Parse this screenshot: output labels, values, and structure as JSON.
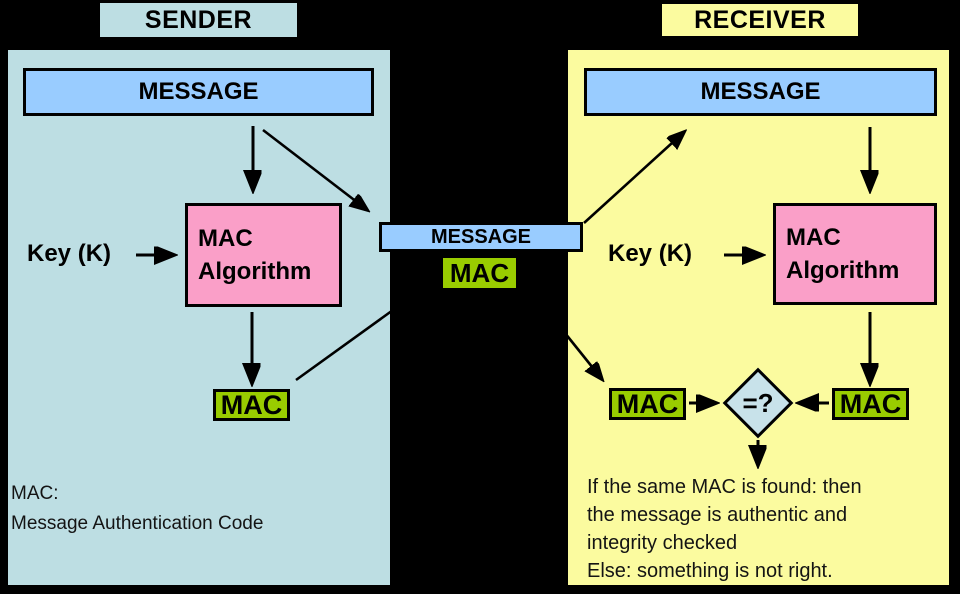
{
  "colors": {
    "background": "#000000",
    "sender_panel": "#BDDEE3",
    "receiver_panel": "#FBFB9F",
    "message_box": "#99CCFF",
    "algorithm_box": "#FA9FC8",
    "mac_box": "#99CC00",
    "comparator_diamond": "#C8E2EA",
    "arrow": "#000000"
  },
  "sender": {
    "title": "SENDER",
    "message_label": "MESSAGE",
    "key_label": "Key (K)",
    "algorithm_label": "MAC Algorithm",
    "mac_label": "MAC",
    "footnote_lines": [
      "MAC:",
      "Message Authentication Code"
    ]
  },
  "channel": {
    "message_label": "MESSAGE",
    "mac_label": "MAC"
  },
  "receiver": {
    "title": "RECEIVER",
    "message_label": "MESSAGE",
    "key_label": "Key (K)",
    "algorithm_label": "MAC Algorithm",
    "mac_received_label": "MAC",
    "mac_computed_label": "MAC",
    "comparator_label": "=?",
    "explanation_lines": [
      "If the same MAC is found: then",
      "the message is authentic and",
      "integrity checked",
      "Else: something is not right."
    ]
  }
}
